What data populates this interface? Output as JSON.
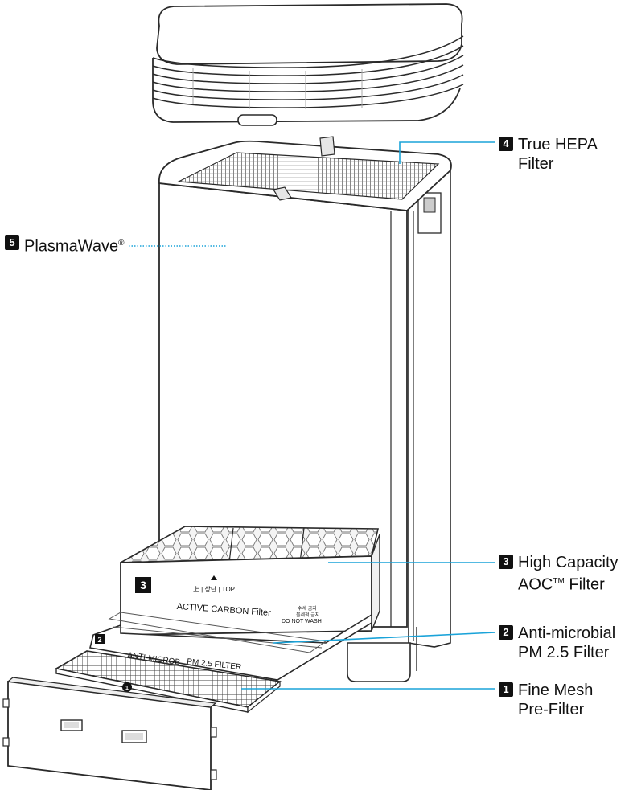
{
  "callouts": {
    "c4": {
      "num": "4",
      "line1": "True HEPA",
      "line2": "Filter"
    },
    "c5": {
      "num": "5",
      "line1": "PlasmaWave",
      "sup": "®"
    },
    "c3": {
      "num": "3",
      "line1": "High Capacity",
      "line2_pre": "AOC",
      "line2_sup": "TM",
      "line2_post": " Filter"
    },
    "c2": {
      "num": "2",
      "line1": "Anti-microbial",
      "line2": "PM 2.5 Filter"
    },
    "c1": {
      "num": "1",
      "line1": "Fine Mesh",
      "line2": "Pre-Filter"
    }
  },
  "device_print": {
    "carbon_badge": "3",
    "carbon_top": "上 | 상단 | TOP",
    "carbon_name": "ACTIVE CARBON Filter",
    "carbon_wash_1": "수세 금지",
    "carbon_wash_2": "물세척 금지",
    "carbon_wash_3": "DO NOT WASH",
    "pm_badge": "2",
    "pm_name_1": "ANTI-MICROB",
    "pm_name_2": "PM 2.5 FILTER",
    "mesh_badge": "1"
  },
  "colors": {
    "accent_line": "#1aa3d9",
    "outline": "#2a2a2a",
    "text": "#111111"
  }
}
